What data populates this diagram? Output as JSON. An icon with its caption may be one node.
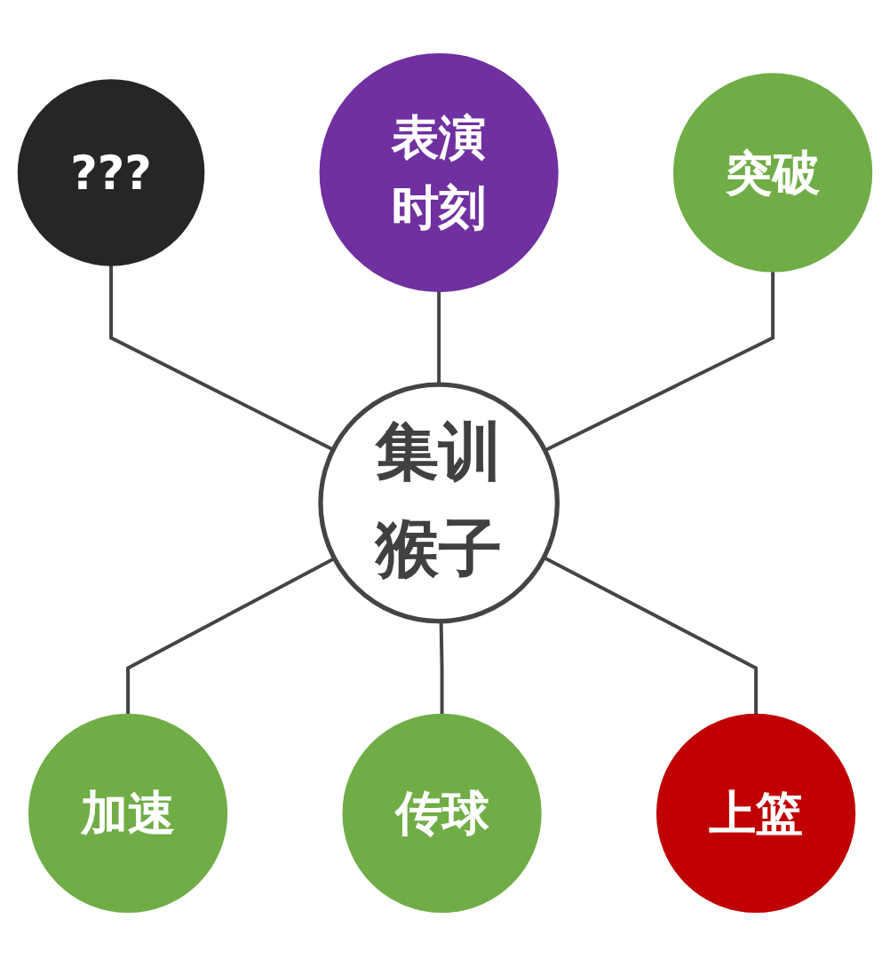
{
  "diagram": {
    "nodes": [
      {
        "text": [
          "集训猴子"
        ]
      },
      {
        "text": [
          "表演时刻"
        ]
      },
      {
        "text": [
          "突破"
        ]
      },
      {
        "text": [
          "上篮"
        ]
      },
      {
        "text": [
          "传球"
        ]
      },
      {
        "text": [
          "加速"
        ]
      },
      {
        "text": [
          "???"
        ]
      }
    ],
    "edges": [
      {
        "from": 6,
        "to": 0,
        "arrow": "none"
      },
      {
        "from": 1,
        "to": 0,
        "arrow": "none"
      },
      {
        "from": 2,
        "to": 0,
        "arrow": "none"
      },
      {
        "from": 0,
        "to": 5,
        "arrow": "none"
      },
      {
        "from": 0,
        "to": 4,
        "arrow": "none"
      },
      {
        "from": 0,
        "to": 3,
        "arrow": "none"
      }
    ]
  }
}
